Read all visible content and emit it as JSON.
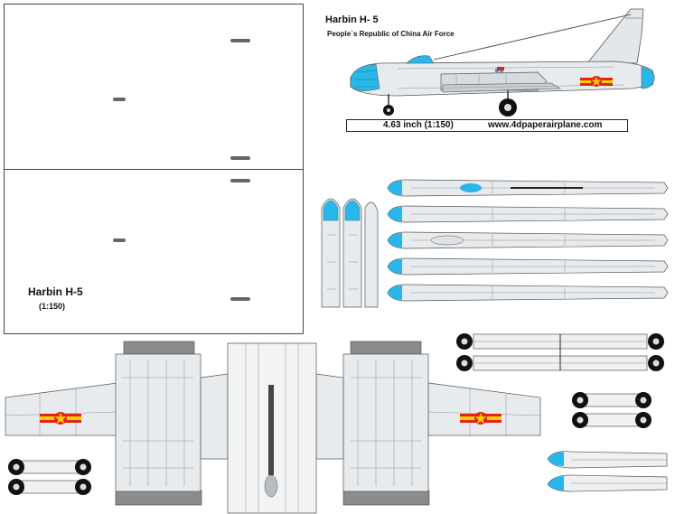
{
  "header": {
    "title": "Harbin H- 5",
    "subtitle": "People`s Republic of China Air Force"
  },
  "scale_bar": {
    "size_text": "4.63 inch (1:150)",
    "website": "www.4dpaperairplane.com"
  },
  "stand_panel": {
    "title": "Harbin H-5",
    "scale": "(1:150)"
  },
  "colors": {
    "paper": "#ffffff",
    "airframe": "#e8ebee",
    "airframe_shade": "#cfd4d9",
    "panel_line": "#8a9096",
    "glazing": "#29b6e8",
    "roundel_red": "#e2231a",
    "roundel_yellow": "#ffd200",
    "tire": "#111111",
    "grey_block": "#8c8c8c"
  },
  "icons": [
    "red-star-roundel-icon",
    "landing-wheel-icon"
  ]
}
